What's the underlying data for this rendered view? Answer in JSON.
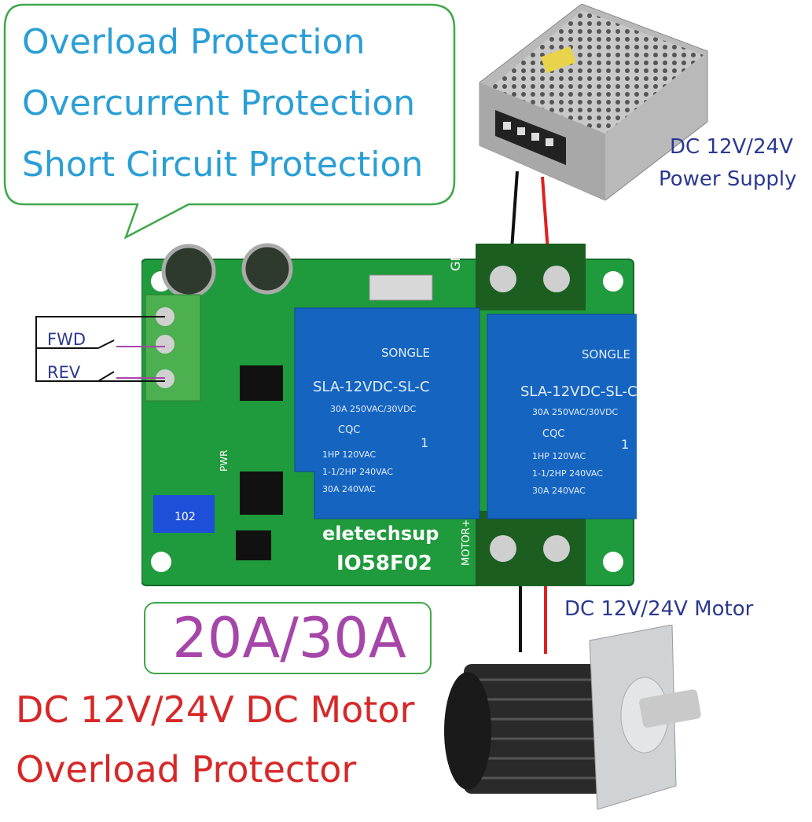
{
  "callout": {
    "lines": [
      "Overload Protection",
      "Overcurrent Protection",
      "Short Circuit Protection"
    ]
  },
  "labels": {
    "power_supply_line1": "DC 12V/24V",
    "power_supply_line2": "Power Supply",
    "motor": "DC 12V/24V Motor",
    "fwd": "FWD",
    "rev": "REV"
  },
  "rating": "20A/30A",
  "product_title": {
    "line1": "DC 12V/24V DC Motor",
    "line2": "Overload Protector"
  },
  "board": {
    "brand": "eletechsup",
    "model": "IO58F02",
    "terminal_gnd": "GND",
    "terminal_motor": "MOTOR+",
    "pot_label": "102",
    "pwr_label": "PWR",
    "relay": {
      "brand": "SONGLE",
      "model": "SLA-12VDC-SL-C",
      "spec1": "30A  250VAC/30VDC",
      "cert": "CQC",
      "spec2": "1HP 120VAC",
      "spec3": "1-1/2HP 240VAC",
      "spec4": "30A  240VAC",
      "pole": "1"
    }
  },
  "colors": {
    "callout_text": "#2a9fd6",
    "callout_border": "#3ea84a",
    "label_blue": "#2b3990",
    "title_red": "#d62828",
    "rating_purple": "#a646a8",
    "pcb_green": "#1f9a3c",
    "relay_blue": "#1565c0",
    "wire_red": "#e02020"
  }
}
